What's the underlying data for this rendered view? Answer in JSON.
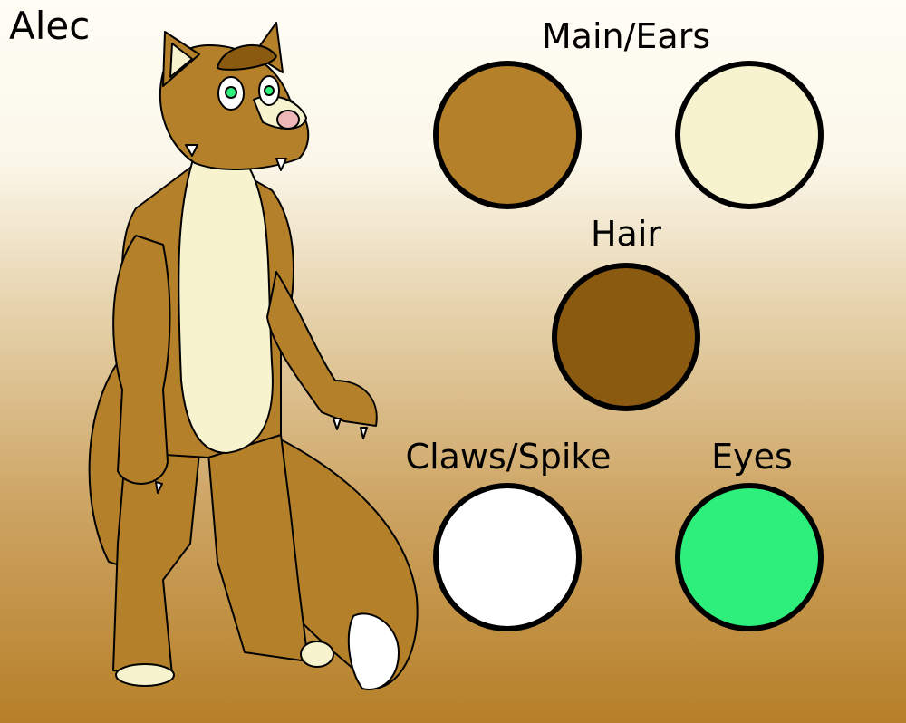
{
  "title": "Alec",
  "palette": [
    {
      "label": "Main/Ears",
      "colors": [
        "#B5802A",
        "#F7F3CF"
      ]
    },
    {
      "label": "Hair",
      "colors": [
        "#8A5A10"
      ]
    },
    {
      "label": "Claws/Spike",
      "colors": [
        "#FFFFFF"
      ]
    },
    {
      "label": "Eyes",
      "colors": [
        "#2EEF7B"
      ]
    }
  ]
}
